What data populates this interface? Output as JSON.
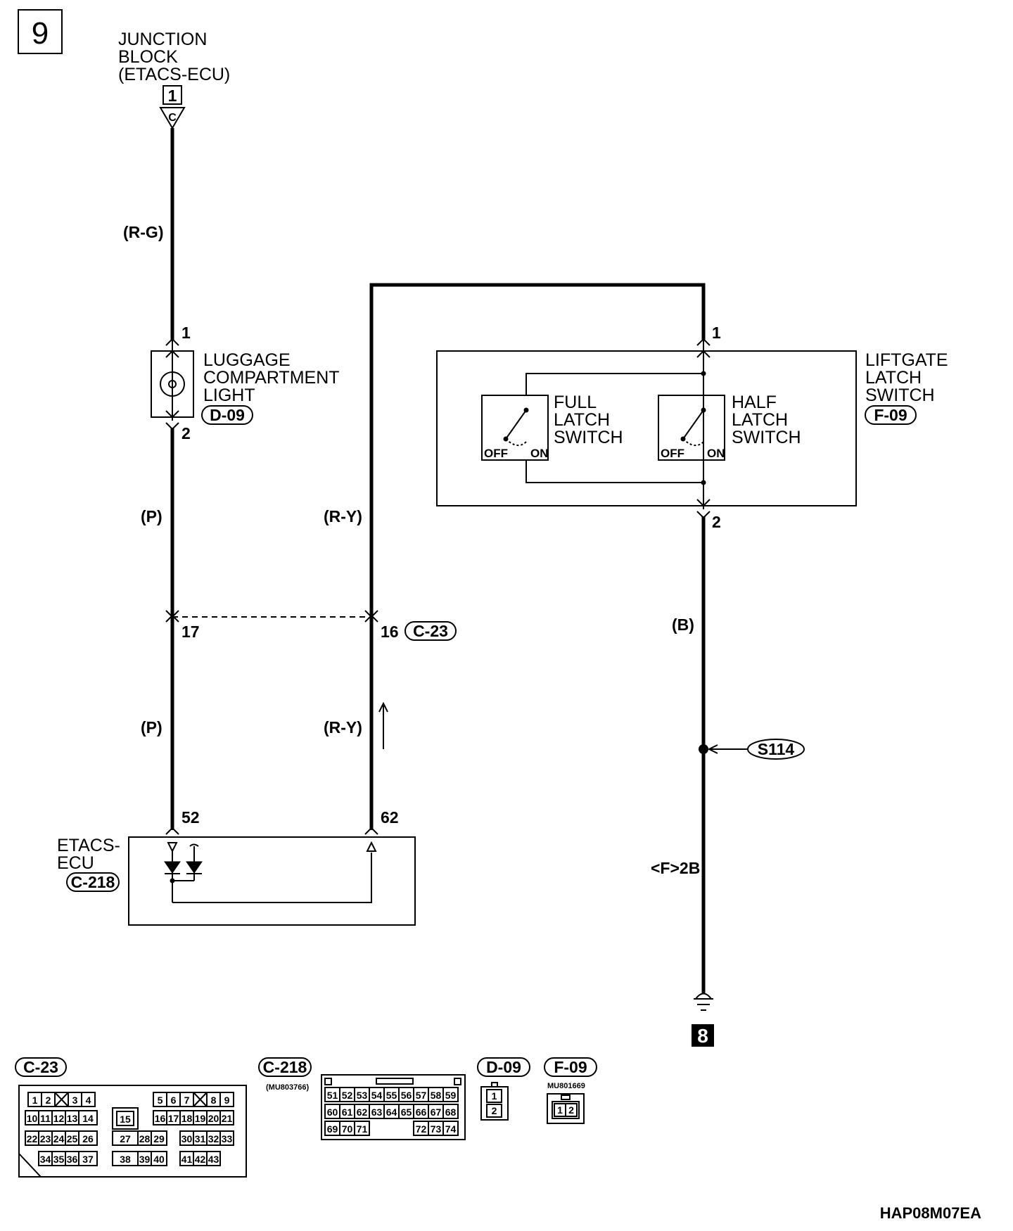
{
  "page": {
    "number": "9",
    "footer_code": "HAP08M07EA"
  },
  "junction_block": {
    "lines": [
      "JUNCTION",
      "BLOCK",
      "(ETACS-ECU)"
    ],
    "terminal_box": "1",
    "connector_letter": "C"
  },
  "wires": {
    "r_g": "(R-G)",
    "p_upper": "(P)",
    "p_lower": "(P)",
    "r_y_upper": "(R-Y)",
    "r_y_lower": "(R-Y)",
    "b": "(B)"
  },
  "luggage_light": {
    "lines": [
      "LUGGAGE",
      "COMPARTMENT",
      "LIGHT"
    ],
    "connector": "D-09",
    "pin_top": "1",
    "pin_bottom": "2"
  },
  "liftgate_switch": {
    "lines": [
      "LIFTGATE",
      "LATCH",
      "SWITCH"
    ],
    "connector": "F-09",
    "pin_top": "1",
    "pin_bottom": "2",
    "full": {
      "lines": [
        "FULL",
        "LATCH",
        "SWITCH"
      ],
      "off": "OFF",
      "on": "ON"
    },
    "half": {
      "lines": [
        "HALF",
        "LATCH",
        "SWITCH"
      ],
      "off": "OFF",
      "on": "ON"
    }
  },
  "junction_c23": {
    "pin_left": "17",
    "pin_right": "16",
    "connector": "C-23"
  },
  "etacs_ecu": {
    "lines": [
      "ETACS-",
      "ECU"
    ],
    "connector": "C-218",
    "pin_left": "52",
    "pin_right": "62"
  },
  "splice": {
    "label": "S114"
  },
  "ground": {
    "location": "<F>2B",
    "ref": "8"
  },
  "connectors": {
    "c23": {
      "label": "C-23",
      "rows": [
        [
          "1",
          "2",
          "3",
          "4",
          "5",
          "6",
          "7",
          "8",
          "9"
        ],
        [
          "10",
          "11",
          "12",
          "13",
          "14",
          "15",
          "16",
          "17",
          "18",
          "19",
          "20",
          "21"
        ],
        [
          "22",
          "23",
          "24",
          "25",
          "26",
          "27",
          "28",
          "29",
          "30",
          "31",
          "32",
          "33"
        ],
        [
          "34",
          "35",
          "36",
          "37",
          "38",
          "39",
          "40",
          "41",
          "42",
          "43"
        ]
      ]
    },
    "c218": {
      "label": "C-218",
      "part": "(MU803766)",
      "rows": [
        [
          "51",
          "52",
          "53",
          "54",
          "55",
          "56",
          "57",
          "58",
          "59"
        ],
        [
          "60",
          "61",
          "62",
          "63",
          "64",
          "65",
          "66",
          "67",
          "68"
        ],
        [
          "69",
          "70",
          "71",
          "72",
          "73",
          "74"
        ]
      ]
    },
    "d09": {
      "label": "D-09",
      "pins": [
        "1",
        "2"
      ]
    },
    "f09": {
      "label": "F-09",
      "part": "MU801669",
      "pins": [
        "1",
        "2"
      ]
    }
  }
}
